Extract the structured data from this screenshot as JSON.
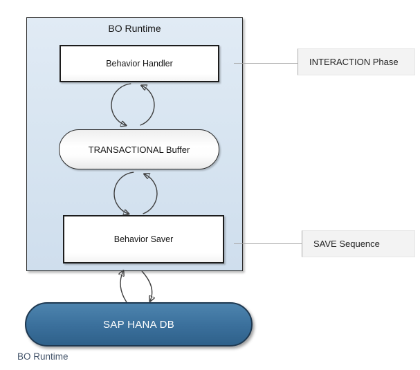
{
  "diagram": {
    "container": {
      "title": "BO Runtime"
    },
    "nodes": {
      "behavior_handler": {
        "label": "Behavior Handler"
      },
      "transactional_buffer": {
        "label": "TRANSACTIONAL Buffer"
      },
      "behavior_saver": {
        "label": "Behavior Saver"
      },
      "sap_hana_db": {
        "label": "SAP HANA DB"
      }
    },
    "callouts": {
      "interaction": {
        "label": "INTERACTION Phase"
      },
      "save": {
        "label": "SAVE Sequence"
      }
    },
    "caption": "BO Runtime",
    "colors": {
      "container_fill_top": "#e1ebf5",
      "container_fill_bottom": "#cfdeed",
      "container_border": "#2b2b2b",
      "node_fill": "#ffffff",
      "node_border": "#1c1c1c",
      "db_fill_top": "#4d84ae",
      "db_fill_bottom": "#2f618a",
      "db_border": "#1e3850",
      "db_text": "#ffffff",
      "callout_fill": "#f3f3f3",
      "callout_bar": "#a9a9a9",
      "connector_line": "#a6a6a6",
      "arrow_stroke": "#3f3f3f",
      "caption_text": "#44546a"
    }
  }
}
